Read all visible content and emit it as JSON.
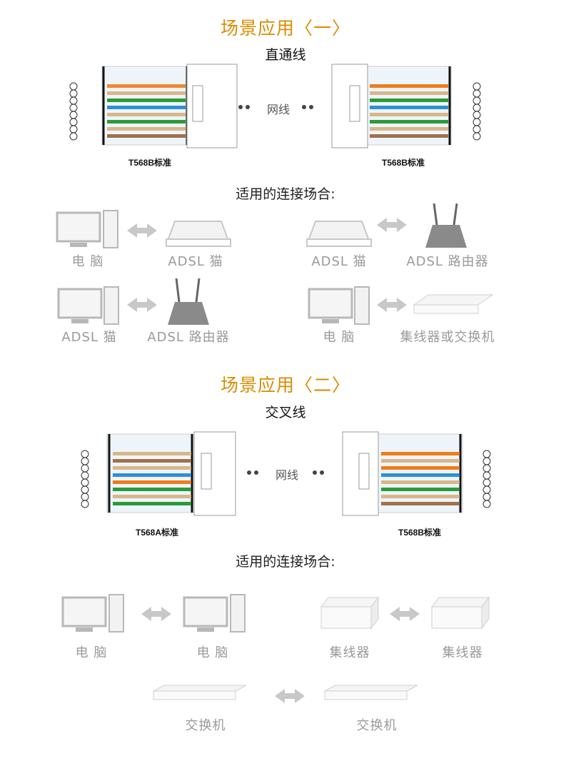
{
  "colors": {
    "accent": "#d98b00",
    "wire_orange": "#f07c1a",
    "wire_green": "#2a9a3a",
    "wire_blue": "#2f8fd6",
    "wire_brown": "#a0714a",
    "device_gray": "#b8b8b8"
  },
  "scenario1": {
    "title": "场景应用〈一〉",
    "cable_type": "直通线",
    "network_label": "网线",
    "left_standard": "T568B标准",
    "right_standard": "T568B标准",
    "usage_heading": "适用的连接场合:",
    "connections": [
      {
        "left": "电  脑",
        "right": "ADSL 猫"
      },
      {
        "left": "ADSL 猫",
        "right": "ADSL 路由器"
      },
      {
        "left": "ADSL 猫",
        "right": "ADSL 路由器"
      },
      {
        "left": "电  脑",
        "right": "集线器或交换机"
      }
    ]
  },
  "scenario2": {
    "title": "场景应用〈二〉",
    "cable_type": "交叉线",
    "network_label": "网线",
    "left_standard": "T568A标准",
    "right_standard": "T568B标准",
    "usage_heading": "适用的连接场合:",
    "connections": [
      {
        "left": "电  脑",
        "right": "电  脑"
      },
      {
        "left": "集线器",
        "right": "集线器"
      },
      {
        "left": "交换机",
        "right": "交换机"
      }
    ]
  },
  "icons": [
    "computer-icon",
    "adsl-modem-icon",
    "router-icon",
    "switch-icon",
    "hub-icon",
    "double-arrow-icon"
  ]
}
